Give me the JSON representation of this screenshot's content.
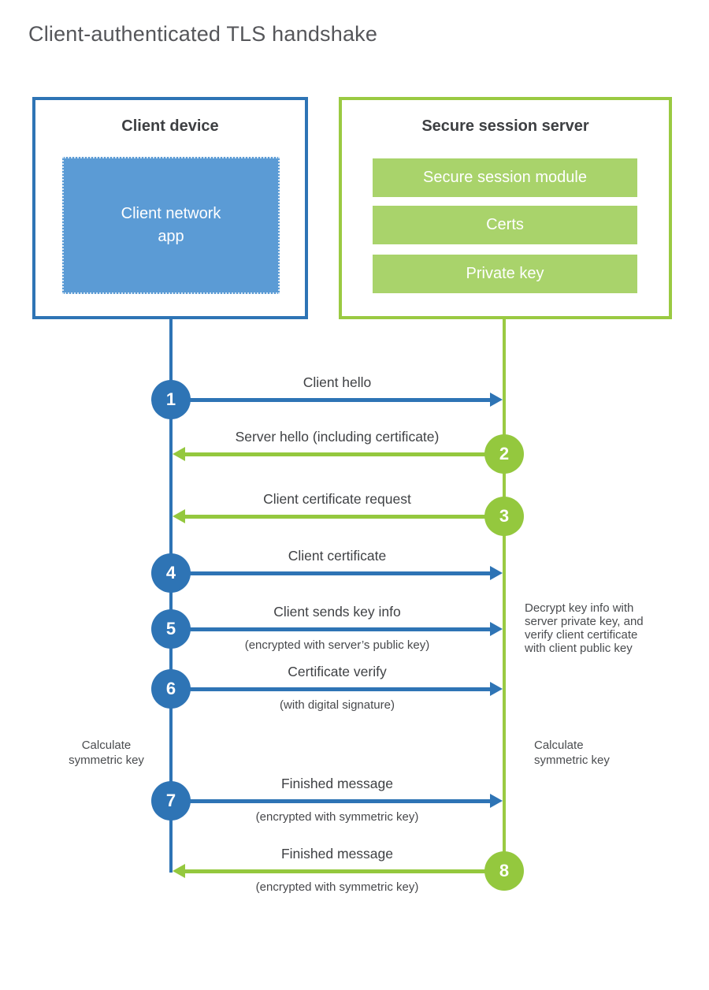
{
  "title": "Client-authenticated TLS handshake",
  "client": {
    "title": "Client device",
    "app_label": "Client network\napp"
  },
  "server": {
    "title": "Secure session server",
    "modules": [
      "Secure session module",
      "Certs",
      "Private key"
    ]
  },
  "steps": [
    {
      "number": "1",
      "direction": "client-to-server",
      "label": "Client hello",
      "sublabel": ""
    },
    {
      "number": "2",
      "direction": "server-to-client",
      "label": "Server hello (including certificate)",
      "sublabel": ""
    },
    {
      "number": "3",
      "direction": "server-to-client",
      "label": "Client certificate request",
      "sublabel": ""
    },
    {
      "number": "4",
      "direction": "client-to-server",
      "label": "Client certificate",
      "sublabel": ""
    },
    {
      "number": "5",
      "direction": "client-to-server",
      "label": "Client sends key info",
      "sublabel": "(encrypted with server’s public key)"
    },
    {
      "number": "6",
      "direction": "client-to-server",
      "label": "Certificate verify",
      "sublabel": "(with digital signature)"
    },
    {
      "number": "7",
      "direction": "client-to-server",
      "label": "Finished message",
      "sublabel": "(encrypted with symmetric key)"
    },
    {
      "number": "8",
      "direction": "server-to-client",
      "label": "Finished message",
      "sublabel": "(encrypted with symmetric key)"
    }
  ],
  "annotations": {
    "decrypt_note": "Decrypt key info with\nserver private key, and\nverify client certificate\nwith client public key",
    "calc_left": "Calculate\nsymmetric key",
    "calc_right": "Calculate\nsymmetric key"
  },
  "colors": {
    "client_stroke": "#2e74b5",
    "client_fill": "#5b9bd5",
    "server_stroke": "#9aca42",
    "server_fill": "#a9d36b"
  }
}
